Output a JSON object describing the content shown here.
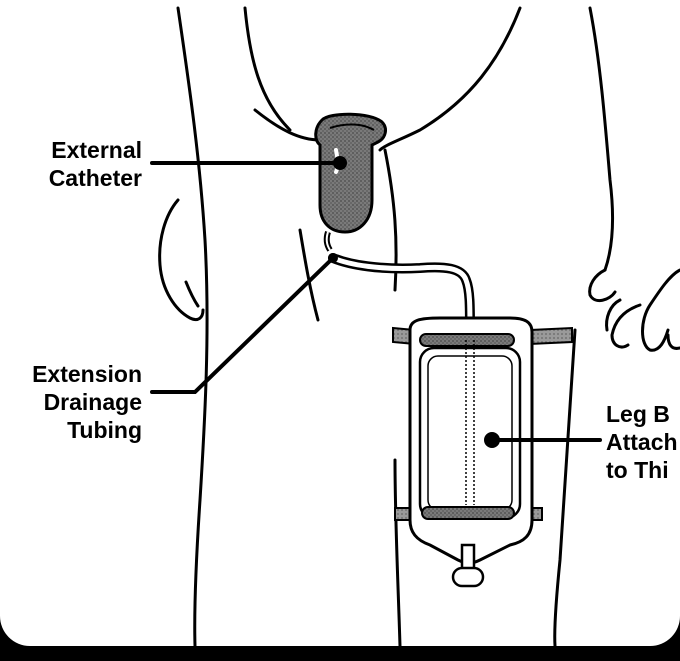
{
  "labels": {
    "external_catheter": "External\nCatheter",
    "extension_tubing": "Extension\nDrainage\nTubing",
    "leg_bag": "Leg B\nAttach\nto Thi"
  },
  "colors": {
    "background": "#ffffff",
    "outer": "#000000",
    "ink": "#000000",
    "catheter_fill": "#6b6b6b",
    "strap_fill": "#8a8a8a"
  }
}
